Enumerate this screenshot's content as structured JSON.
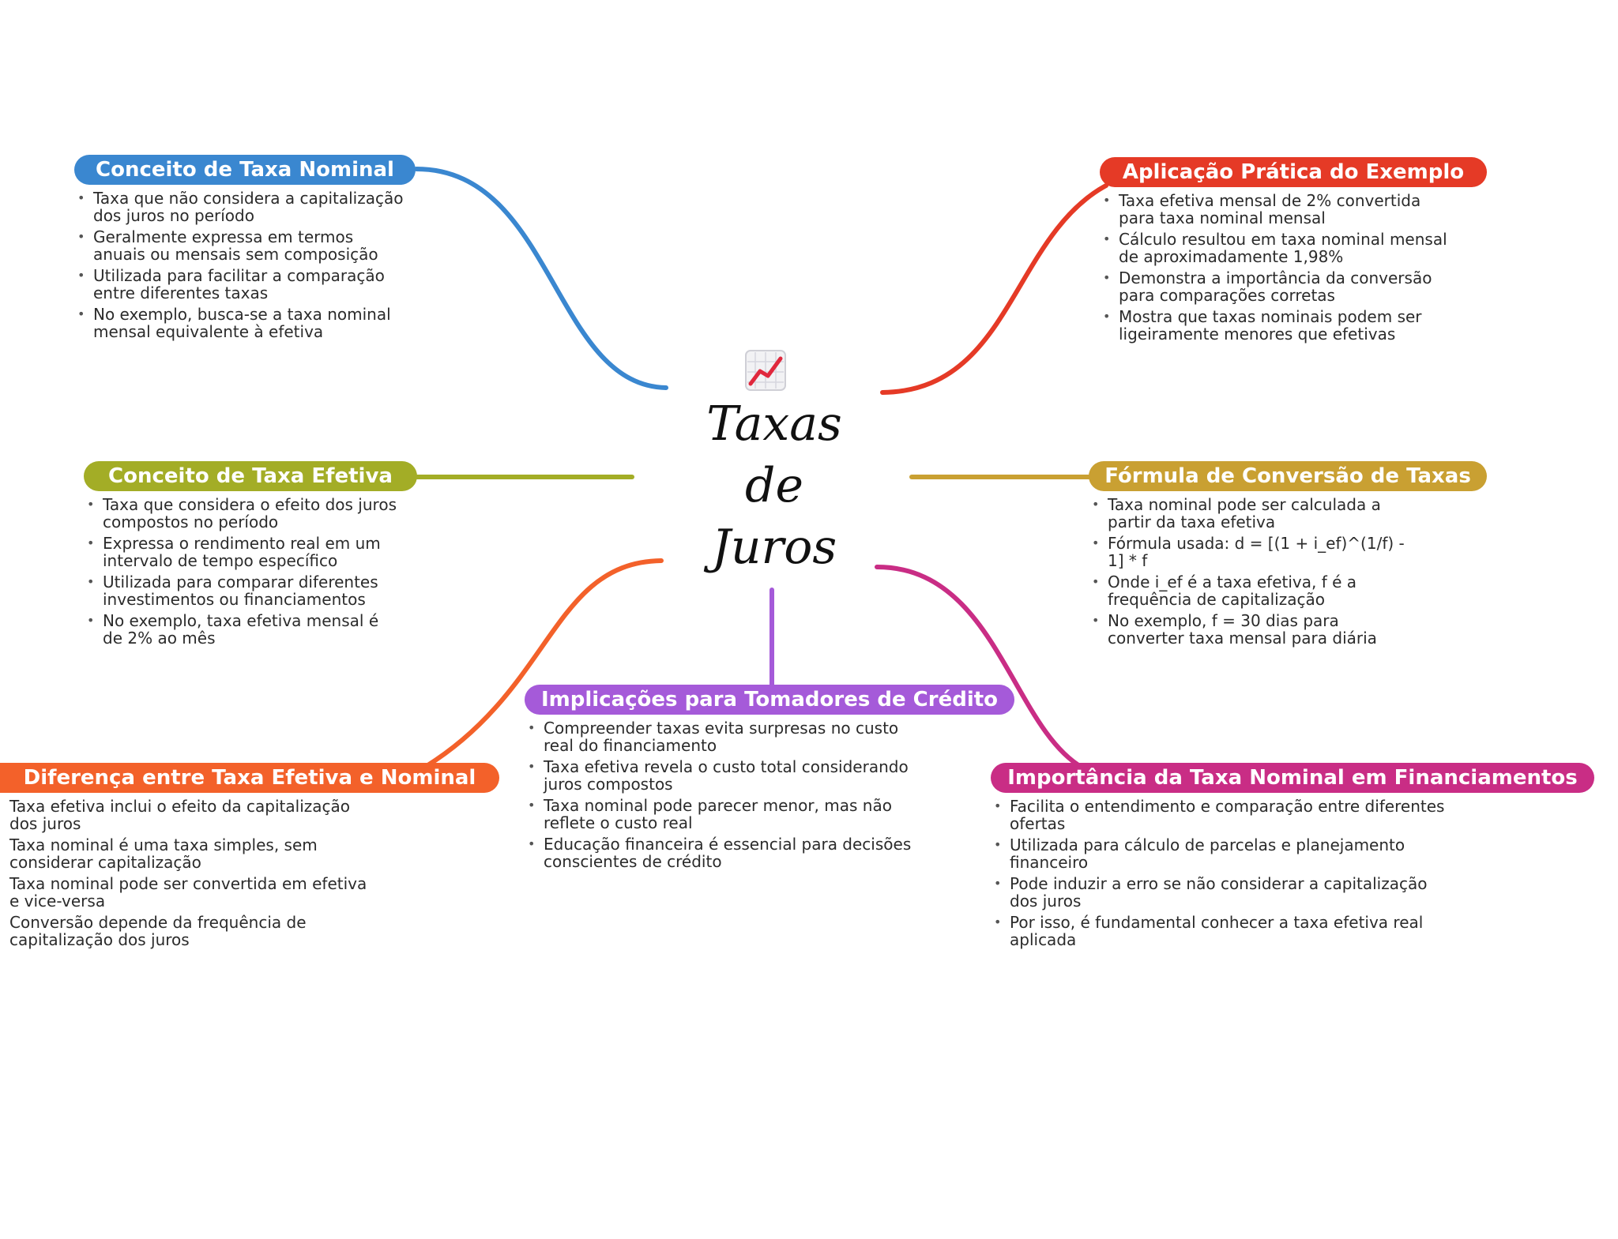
{
  "center": {
    "icon": "chart-increasing-icon",
    "title": "Taxas\nde\nJuros"
  },
  "branches": [
    {
      "id": "nominal",
      "title": "Conceito de Taxa Nominal",
      "color": "#3a87d0",
      "bullets": [
        "Taxa que não considera a capitalização dos juros no período",
        "Geralmente expressa em termos anuais ou mensais sem composição",
        "Utilizada para facilitar a comparação entre diferentes taxas",
        "No exemplo, busca-se a taxa nominal mensal equivalente à efetiva"
      ]
    },
    {
      "id": "efetiva",
      "title": "Conceito de Taxa Efetiva",
      "color": "#a3ad26",
      "bullets": [
        "Taxa que considera o efeito dos juros compostos no período",
        "Expressa o rendimento real em um intervalo de tempo específico",
        "Utilizada para comparar diferentes investimentos ou financiamentos",
        "No exemplo, taxa efetiva mensal é de 2% ao mês"
      ]
    },
    {
      "id": "diferenca",
      "title": "Diferença entre Taxa Efetiva e Nominal",
      "color": "#f3612a",
      "bullets": [
        "Taxa efetiva inclui o efeito da capitalização dos juros",
        "Taxa nominal é uma taxa simples, sem considerar capitalização",
        "Taxa nominal pode ser convertida em efetiva e vice-versa",
        "Conversão depende da frequência de capitalização dos juros"
      ]
    },
    {
      "id": "implicacoes",
      "title": "Implicações para Tomadores de Crédito",
      "color": "#a55ad9",
      "bullets": [
        "Compreender taxas evita surpresas no custo real do financiamento",
        "Taxa efetiva revela o custo total considerando juros compostos",
        "Taxa nominal pode parecer menor, mas não reflete o custo real",
        "Educação financeira é essencial para decisões conscientes de crédito"
      ]
    },
    {
      "id": "aplicacao",
      "title": "Aplicação Prática do Exemplo",
      "color": "#e53a26",
      "bullets": [
        "Taxa efetiva mensal de 2% convertida para taxa nominal mensal",
        "Cálculo resultou em taxa nominal mensal de aproximadamente 1,98%",
        "Demonstra a importância da conversão para comparações corretas",
        "Mostra que taxas nominais podem ser ligeiramente menores que efetivas"
      ]
    },
    {
      "id": "formula",
      "title": "Fórmula de Conversão de Taxas",
      "color": "#c9a032",
      "bullets": [
        "Taxa nominal pode ser calculada a partir da taxa efetiva",
        "Fórmula usada: d = [(1 + i_ef)^(1/f) - 1] * f",
        "Onde i_ef é a taxa efetiva, f é a frequência de capitalização",
        "No exemplo, f = 30 dias para converter taxa mensal para diária"
      ]
    },
    {
      "id": "importancia",
      "title": "Importância da Taxa Nominal em Financiamentos",
      "color": "#c92d85",
      "bullets": [
        "Facilita o entendimento e comparação entre diferentes ofertas",
        "Utilizada para cálculo de parcelas e planejamento financeiro",
        "Pode induzir a erro se não considerar a capitalização dos juros",
        "Por isso, é fundamental conhecer a taxa efetiva real aplicada"
      ]
    }
  ]
}
